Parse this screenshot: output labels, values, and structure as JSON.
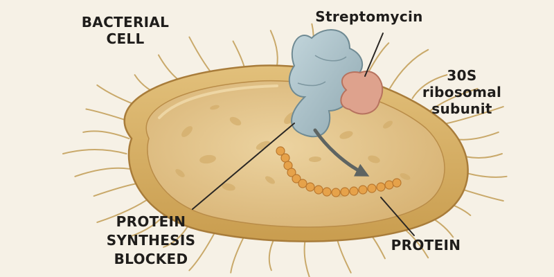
{
  "labels": {
    "bacterial_cell": [
      "BACTERIAL",
      "CELL"
    ],
    "streptomycin": "Streptomycin",
    "ribosomal_subunit": [
      "30S",
      "ribosomal",
      "subunit"
    ],
    "protein_synthesis_blocked": [
      "PROTEIN",
      "SYNTHESIS",
      "BLOCKED"
    ],
    "protein": "PROTEIN"
  },
  "colors": {
    "background": "#f6f1e6",
    "cell_wall": "#d9b267",
    "cytoplasm": "#e6c98f",
    "streptomycin_molecule": "#a9c0c8",
    "ribosome_subunit": "#dea28d",
    "protein_chain": "#e6a24a",
    "arrow": "#5e6462"
  },
  "icons": {
    "cell": "bacterium-shape",
    "drug": "streptomycin-molecule-shape",
    "ribosome": "ribosome-subunit-shape",
    "chain": "bead-chain",
    "arrow": "curved-arrow"
  }
}
